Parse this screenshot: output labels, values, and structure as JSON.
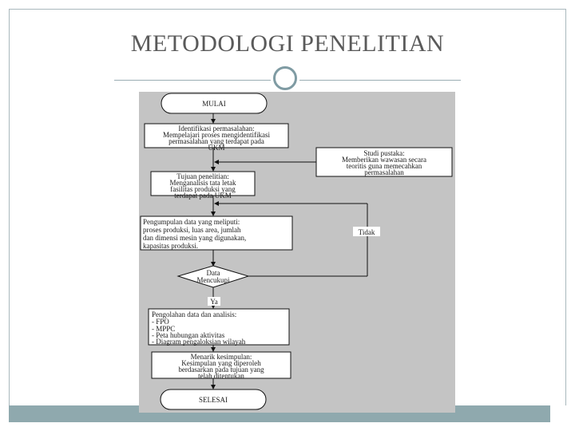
{
  "slide": {
    "title": "METODOLOGI PENELITIAN"
  },
  "flowchart": {
    "start": "MULAI",
    "step1": [
      "Identifikasi permasalahan:",
      "Mempelajari proses mengidentifikasi",
      "permasalahan yang terdapat pada",
      "UKM"
    ],
    "literature": [
      "Studi pustaka:",
      "Memberikan wawasan secara",
      "teoritis guna memecahkan",
      "permasalahan"
    ],
    "step2": [
      "Tujuan penelitian:",
      "Menganalisis tata letak",
      "fasilitas produksi yang",
      "terdapat pada UKM"
    ],
    "step3": [
      "Pengumpulan data yang meliputi:",
      "proses produksi, luas area, jumlah",
      "dan dimensi mesin yang digunakan,",
      "kapasitas produksi."
    ],
    "decision": [
      "Data",
      "Mencukupi"
    ],
    "no_label": "Tidak",
    "yes_label": "Ya",
    "step4": [
      "Pengolahan data dan analisis:",
      "- FPO",
      "- MPPC",
      "- Peta hubungan aktivitas",
      "- Diagram pengaloksian wilayah"
    ],
    "step5": [
      "Menarik kesimpulan:",
      "Kesimpulan yang diperoleh",
      "berdasarkan pada tujuan yang",
      "telah ditentukan"
    ],
    "end": "SELESAI"
  }
}
